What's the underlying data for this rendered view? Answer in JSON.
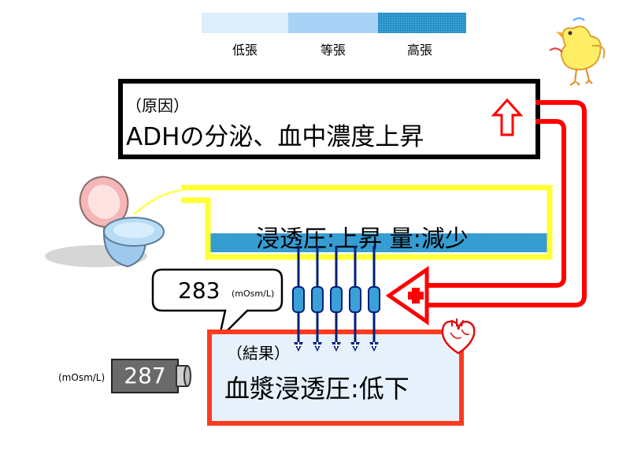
{
  "legend": {
    "items": [
      {
        "label": "低張",
        "color": "#ddeefc"
      },
      {
        "label": "等張",
        "color": "#a9d2f7"
      },
      {
        "label": "高張",
        "color": "#3aa1d6"
      }
    ]
  },
  "cause": {
    "paren": "（原因）",
    "text": "ADHの分泌、血中濃度上昇",
    "arrow_icon": "up-arrow-icon"
  },
  "urine": {
    "text": "浸透圧:上昇  量:減少"
  },
  "speech_bubble": {
    "value": "283",
    "unit": "(mOsm/L)"
  },
  "result": {
    "paren": "（結果）",
    "text": "血漿浸透圧:低下"
  },
  "meter": {
    "unit": "(mOsm/L)",
    "value": "287"
  },
  "colors": {
    "red_line": "#ff0000",
    "yellow_line": "#ffff33",
    "box_orange": "#ff3b1f",
    "tube_blue": "#001f7a",
    "hypertonic": "#3aa1d6"
  }
}
